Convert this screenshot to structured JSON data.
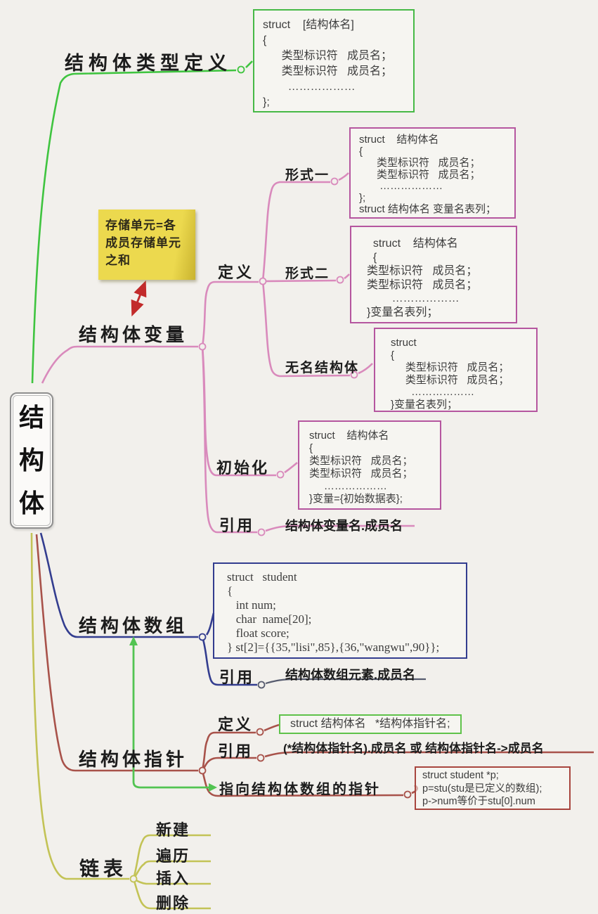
{
  "root": {
    "chars": [
      "结",
      "构",
      "体"
    ]
  },
  "note": {
    "lines": [
      "存储单元=各",
      "成员存储单元",
      "之和"
    ]
  },
  "labels": {
    "type_def": "结构体类型定义",
    "variable": "结构体变量",
    "array": "结构体数组",
    "pointer": "结构体指针",
    "linked_list": "链表",
    "define": "定义",
    "form1": "形式一",
    "form2": "形式二",
    "anonymous": "无名结构体",
    "init": "初始化",
    "var_ref": "引用",
    "arr_ref": "引用",
    "ptr_define": "定义",
    "ptr_ref": "引用",
    "to_array": "指向结构体数组的指针",
    "list_new": "新建",
    "list_traverse": "遍历",
    "list_insert": "插入",
    "list_delete": "删除"
  },
  "texts": {
    "var_ref": "结构体变量名.成员名",
    "arr_ref": "结构体数组元素.成员名",
    "ptr_ref": "(*结构体指针名).成员名  或  结构体指针名->成员名"
  },
  "boxes": {
    "type_def": {
      "lines": [
        "struct    [结构体名]",
        "{",
        "      类型标识符   成员名；",
        "      类型标识符   成员名；",
        "        ………………",
        "};"
      ]
    },
    "form1": {
      "lines": [
        "struct    结构体名",
        "{",
        "      类型标识符   成员名；",
        "      类型标识符   成员名；",
        "       ………………",
        "};",
        "struct 结构体名 变量名表列；"
      ]
    },
    "form2": {
      "lines": [
        "  struct    结构体名",
        "  {",
        "类型标识符   成员名；",
        "类型标识符   成员名；",
        "        ………………",
        "}变量名表列；"
      ]
    },
    "anonymous": {
      "lines": [
        "struct",
        "{",
        "     类型标识符   成员名；",
        "     类型标识符   成员名；",
        "       ………………",
        "}变量名表列；"
      ]
    },
    "init": {
      "lines": [
        "struct    结构体名",
        "{",
        "类型标识符   成员名；",
        "类型标识符   成员名；",
        "     ………………",
        "}变量={初始数据表};"
      ]
    },
    "array": {
      "lines": [
        "struct   student",
        "{",
        "   int num;",
        "   char  name[20];",
        "   float score;",
        "} st[2]={{35,\"lisi\",85},{36,\"wangwu\",90}};"
      ]
    },
    "ptr_define": {
      "lines": [
        "struct 结构体名   *结构体指针名;"
      ]
    },
    "ptr_array": {
      "lines": [
        "struct student *p;",
        "p=stu(stu是已定义的数组);",
        "p->num等价于stu[0].num"
      ]
    }
  },
  "colors": {
    "green": "#3fc43f",
    "bright_green": "#52c452",
    "pink": "#d98abc",
    "purple": "#b5569f",
    "navy": "#333d8f",
    "dark_red": "#a8453e",
    "olive": "#c3c356",
    "note_yellow": "#e6d44a",
    "arrow_red": "#c22b2b"
  }
}
